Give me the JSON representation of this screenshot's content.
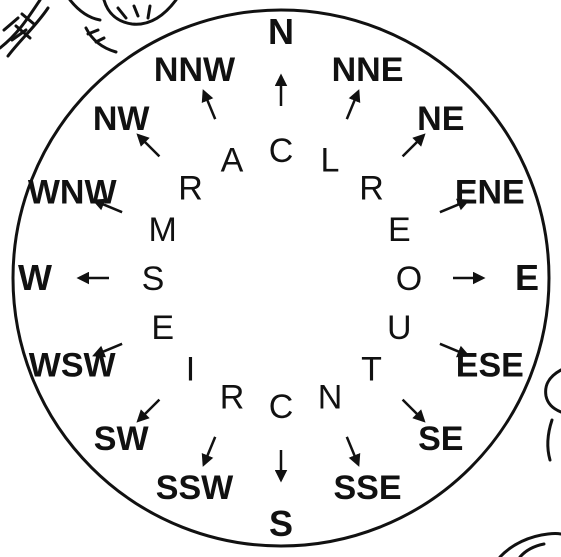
{
  "colors": {
    "ink": "#111111",
    "background": "#ffffff"
  },
  "directions": [
    {
      "id": "N",
      "label": "N",
      "angle": 0
    },
    {
      "id": "NNE",
      "label": "NNE",
      "angle": 22.5
    },
    {
      "id": "NE",
      "label": "NE",
      "angle": 45
    },
    {
      "id": "ENE",
      "label": "ENE",
      "angle": 67.5
    },
    {
      "id": "E",
      "label": "E",
      "angle": 90
    },
    {
      "id": "ESE",
      "label": "ESE",
      "angle": 112.5
    },
    {
      "id": "SE",
      "label": "SE",
      "angle": 135
    },
    {
      "id": "SSE",
      "label": "SSE",
      "angle": 157.5
    },
    {
      "id": "S",
      "label": "S",
      "angle": 180
    },
    {
      "id": "SSW",
      "label": "SSW",
      "angle": 202.5
    },
    {
      "id": "SW",
      "label": "SW",
      "angle": 225
    },
    {
      "id": "WSW",
      "label": "WSW",
      "angle": 247.5
    },
    {
      "id": "W",
      "label": "W",
      "angle": 270
    },
    {
      "id": "WNW",
      "label": "WNW",
      "angle": 292.5
    },
    {
      "id": "NW",
      "label": "NW",
      "angle": 315
    },
    {
      "id": "NNW",
      "label": "NNW",
      "angle": 337.5
    }
  ],
  "ring_letters": [
    "C",
    "L",
    "R",
    "E",
    "O",
    "U",
    "T",
    "N",
    "C",
    "R",
    "I",
    "E",
    "S",
    "M",
    "R",
    "A"
  ],
  "decorations": [
    "tree-branch-illustration",
    "foliage-illustration"
  ]
}
